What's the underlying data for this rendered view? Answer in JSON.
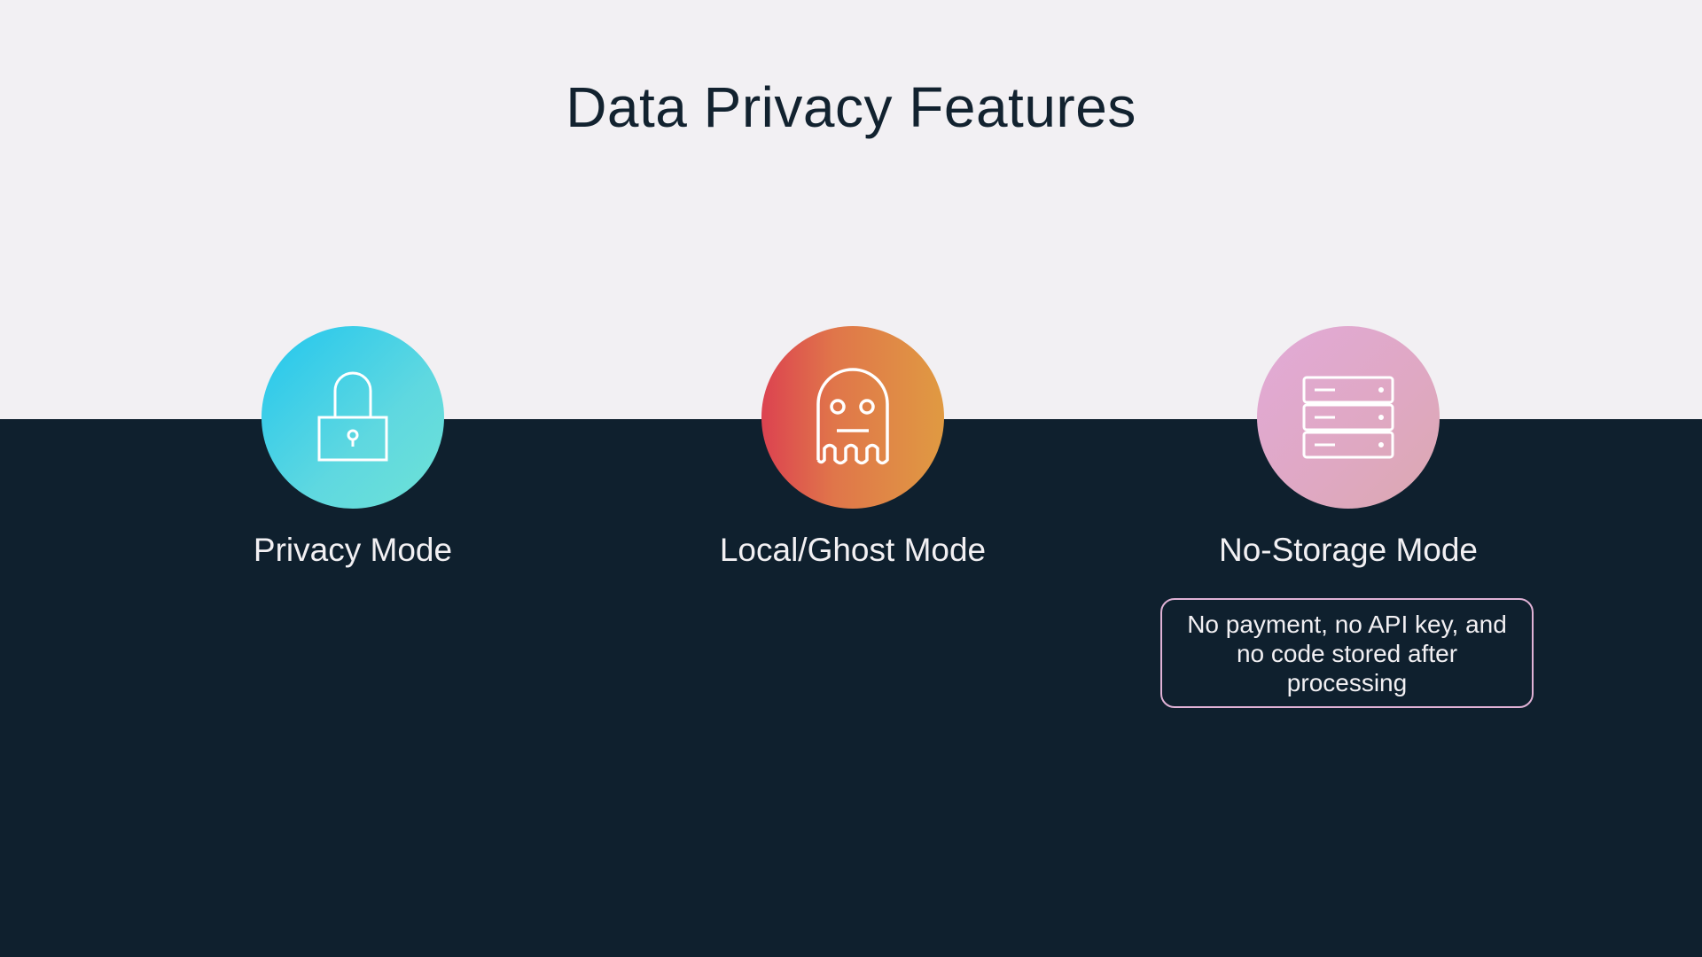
{
  "title": "Data Privacy Features",
  "features": [
    {
      "label": "Privacy Mode",
      "icon": "lock-icon"
    },
    {
      "label": "Local/Ghost Mode",
      "icon": "ghost-icon"
    },
    {
      "label": "No-Storage Mode",
      "icon": "server-icon",
      "description": "No payment, no API key, and no code stored after processing"
    }
  ],
  "colors": {
    "light_bg": "#f2f0f3",
    "dark_bg": "#0f202e",
    "box_border": "#e0b2d6"
  }
}
